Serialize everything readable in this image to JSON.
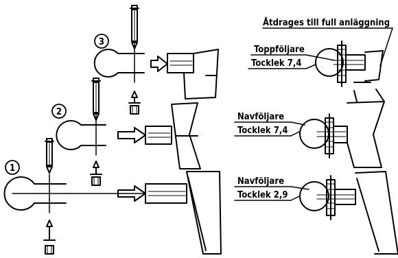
{
  "steps": [
    {
      "number": "1"
    },
    {
      "number": "2"
    },
    {
      "number": "3"
    }
  ],
  "top_note": "Åtdrages till full anläggning",
  "callouts": [
    {
      "title": "Toppföljare",
      "spec": "Tocklek 7,4"
    },
    {
      "title": "Navföljare",
      "spec": "Tocklek 7,4"
    },
    {
      "title": "Navföljare",
      "spec": "Tocklek 2,9"
    }
  ]
}
